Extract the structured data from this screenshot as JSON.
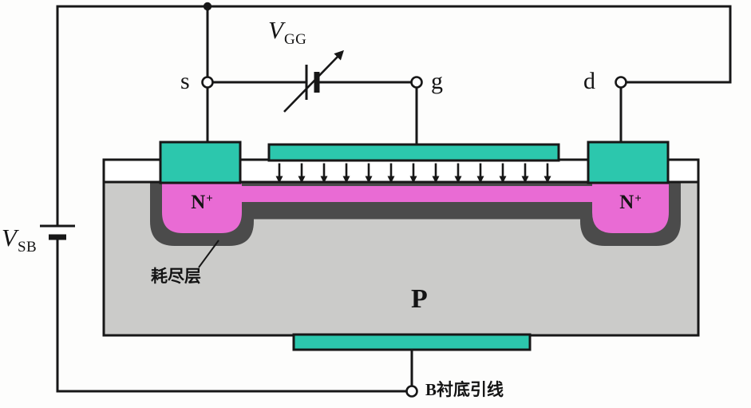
{
  "colors": {
    "wire": "#171717",
    "electrode-teal": "#2cc7ad",
    "n-region-magenta": "#e96bd4",
    "depletion-dark": "#4b4b4b",
    "substrate-gray": "#cbcbc9",
    "oxide-white": "#ffffff"
  },
  "labels": {
    "source_terminal": "s",
    "gate_terminal": "g",
    "drain_terminal": "d",
    "gate_supply": {
      "base": "V",
      "sub": "GG"
    },
    "substrate_supply": {
      "base": "V",
      "sub": "SB"
    },
    "n_plus_source": {
      "base": "N",
      "sup": "+"
    },
    "n_plus_drain": {
      "base": "N",
      "sup": "+"
    },
    "depletion_layer": "耗尽层",
    "p_substrate": "P",
    "substrate_lead": "B衬底引线"
  }
}
